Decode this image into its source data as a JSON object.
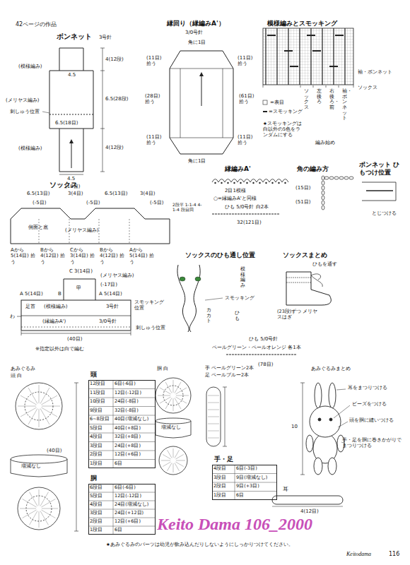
{
  "diagram": {
    "nodes": [
      {
        "text": [
          "頭"
        ]
      },
      {
        "text": [
          "胴"
        ]
      },
      {
        "text": [
          "手・足"
        ]
      }
    ],
    "labels": [
      "42ページの作品",
      "ボンネット",
      "3号針",
      "(模様編み)",
      "4.5",
      "(メリヤス編み)",
      "刺しゅう位置",
      "6.5(18目)",
      "(模様編み)",
      "4.5",
      "(18目)",
      "4(12段)",
      "6.5(28段)",
      "4(12段)",
      "縁回り（縁編みA'）",
      "3/0号針",
      "角に1目",
      "(11目) 拾う",
      "(11目) 拾う",
      "(28目) 拾う",
      "(61目) 拾う",
      "(11目) 拾う",
      "(11目) 拾う",
      "角に1目",
      "模様編みとスモッキング",
      "袖・ボンネット",
      "ソックス",
      "ソックス",
      "左後ろ",
      "右後ろ・前",
      "袖・ボンネット",
      "★スモッキングは白以外の5色をランダムにする",
      "編み始め",
      "縁編みA'",
      "2目1模様",
      "○=縁編みA'と同様",
      "角の編み方",
      "(15目)",
      "(51目)",
      "ボンネット ひもつけ位置",
      "とじつける",
      "ひも 5/0号針 白2本",
      "32(121目)",
      "ソックス",
      "6.5(13目)",
      "(-5目)",
      "3(4目)",
      "(-5目)",
      "6.5(13目)",
      "3(4目)",
      "(-5目)",
      "2段平 1-1-4 4-1-4 段目回",
      "側面と底",
      "(メリヤス編み)",
      "Aから 5(14目) 拾う",
      "Bから 4(12目) 拾う",
      "Cから 3(14目) 拾う",
      "Bから 4(12目) 拾う",
      "Aから 5(14目) 拾う",
      "C 3(14目)",
      "甲",
      "(メリヤス編み)",
      "(-17目)",
      "A 5(14目)",
      "B",
      "A 5(14目)",
      "足首",
      "(模様編み)",
      "3号針",
      "スモッキング位置",
      "(縁編みA')",
      "3/0号針",
      "刺しゅう位置",
      "(40目)",
      "わ",
      "※指定以外は白で編む",
      "ソックスのひも通し位置",
      "模様編み",
      "スモッキング",
      "カカト",
      "ひも",
      "ソックスまとめ",
      "ひもを通す",
      "(23段)ずつ メリヤスはぎ",
      "ひも 5/0号針",
      "ペールグリーン・ペールオレンジ 各1本",
      "(78目)",
      "あみぐるみ",
      "頭 白",
      "(40目)",
      "増減なし",
      "胴 白",
      "増減なし",
      "手 ペールグリーン2本",
      "足 ペールブルー2本",
      "あみぐるみまとめ",
      "耳をまつりつける",
      "ビーズをつける",
      "頭を胴に縫いつける",
      "手・足を胴に巻きかがりでまつりつける",
      "10",
      "耳",
      "4(12目)",
      "★あみぐるみのパーツは幼児が飲み込んだりしないようにしっかりつけてください。",
      "Keitodama",
      "116",
      "Keito Dama 106_2000",
      "12段目",
      "6目(-6目)",
      "11段目",
      "12目(-12目)",
      "10段目",
      "24目(-8目)",
      "9段目",
      "32目(-8目)",
      "6~8段目",
      "40目(増減なし)",
      "5段目",
      "40目(+8目)",
      "4段目",
      "32目(+8目)",
      "3段目",
      "24目(+8目)",
      "2段目",
      "12目(+6目)",
      "1段目",
      "6目",
      "6段目",
      "6目(-6目)",
      "5段目",
      "12目(-12目)",
      "4段目",
      "24目(増減なし)",
      "3段目",
      "24目(+12目)",
      "2段目",
      "12目(+6目)",
      "1段目",
      "6目",
      "4段目",
      "6目(-3目)",
      "3段目",
      "9目(増減なし)",
      "2段目",
      "9目(+3目)",
      "1段目",
      "6目"
    ],
    "legend": [
      {
        "text": "=表目"
      },
      {
        "text": "=スモッキング"
      }
    ]
  }
}
